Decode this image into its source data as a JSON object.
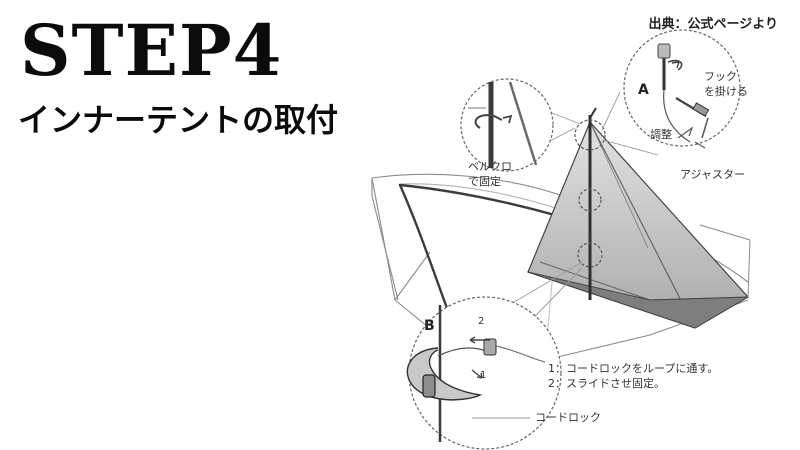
{
  "heading": {
    "step": "STEP4",
    "subtitle": "インナーテントの取付"
  },
  "credit": "出典：公式ページより",
  "diagram": {
    "callout_a": {
      "letter": "A",
      "hook": "フック\nを掛ける",
      "adjust": "調整",
      "adjuster": "アジャスター"
    },
    "velcro": "ベルクロ\nで固定",
    "callout_b": {
      "letter": "B",
      "step1_num": "1",
      "step2_num": "2",
      "instructions": "1：コードロックをループに通す。\n2：スライドさせ固定。",
      "cord_lock": "コードロック"
    }
  }
}
